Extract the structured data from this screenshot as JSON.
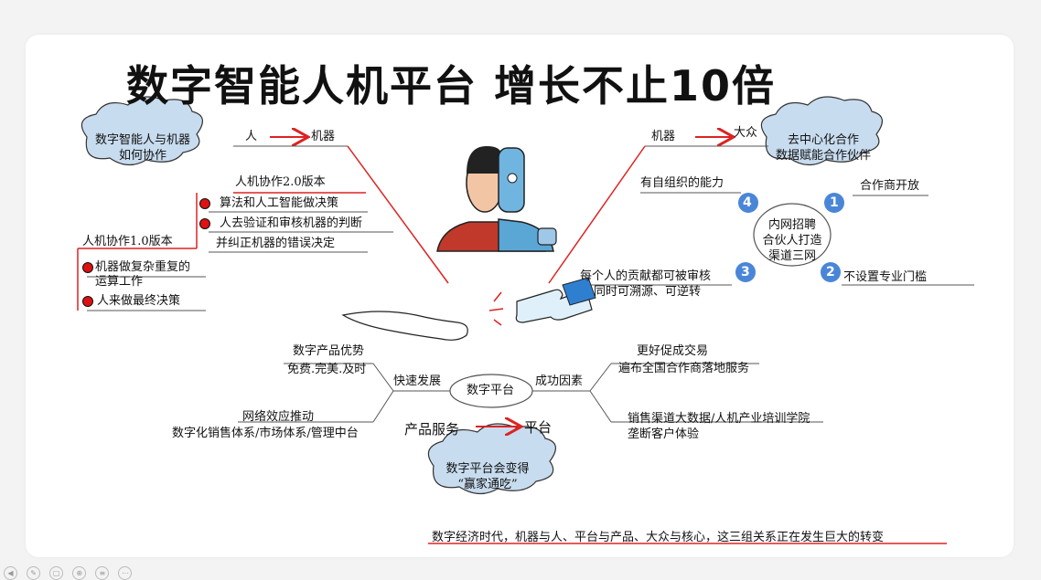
{
  "title": "数字智能人机平台  增长不止10倍",
  "top_left": {
    "cloud": [
      "数字智能人与机器",
      "如何协作"
    ],
    "person_label": "人",
    "machine_label": "机器",
    "v2_title": "人机协作2.0版本",
    "v2_items": [
      "算法和人工智能做决策",
      "人去验证和审核机器的判断",
      "并纠正机器的错误决定"
    ],
    "v1_title": "人机协作1.0版本",
    "v1_items": [
      "机器做复杂重复的",
      "运算工作",
      "人来做最终决策"
    ]
  },
  "top_right": {
    "machine_label": "机器",
    "public_label": "大众",
    "cloud": [
      "去中心化合作",
      "数据赋能合作伙伴"
    ],
    "center": [
      "内网招聘",
      "合伙人打造",
      "渠道三网"
    ],
    "branch4": "有自组织的能力",
    "branch1": "合作商开放",
    "branch3": [
      "每个人的贡献都可被审核",
      "同时可溯源、可逆转"
    ],
    "branch2": "不设置专业门槛",
    "nums": [
      "4",
      "1",
      "3",
      "2"
    ]
  },
  "bottom": {
    "center": "数字平台",
    "left_branch": "快速发展",
    "right_branch": "成功因素",
    "lb1": [
      "数字产品优势",
      "免费.完美.及时"
    ],
    "lb2": [
      "网络效应推动",
      "数字化销售体系/市场体系/管理中台"
    ],
    "rb1": [
      "更好促成交易",
      "遍布全国合作商落地服务"
    ],
    "rb2": [
      "销售渠道大数据/人机产业培训学院",
      "垄断客户体验"
    ],
    "product_label": "产品服务",
    "platform_label": "平台",
    "cloud": [
      "数字平台会变得",
      "“赢家通吃”"
    ]
  },
  "footer": "数字经济时代，机器与人、平台与产品、大众与核心，这三组关系正在发生巨大的转变",
  "toolbar_icons": [
    "prev-icon",
    "pen-icon",
    "page-icon",
    "zoom-icon",
    "menu-icon",
    "more-icon"
  ]
}
